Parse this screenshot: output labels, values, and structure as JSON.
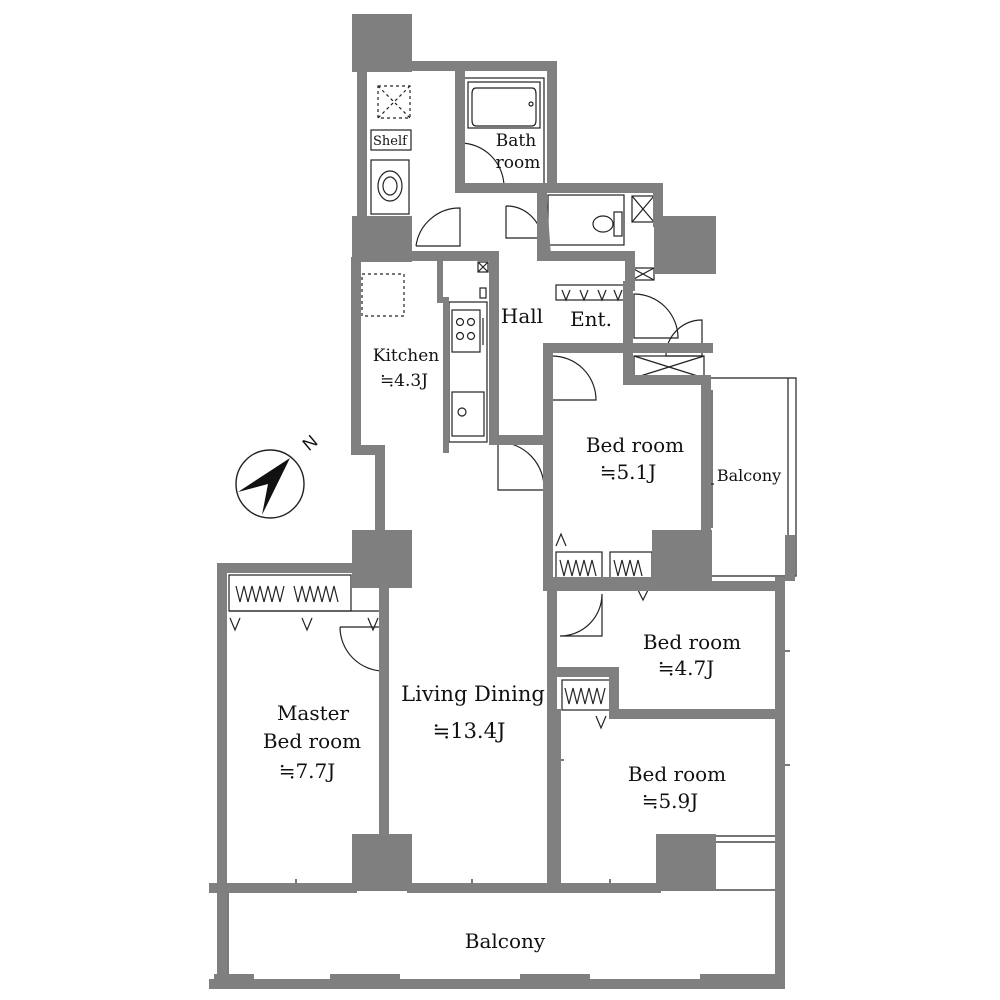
{
  "compass": {
    "label": "N"
  },
  "rooms": {
    "bath": {
      "line1": "Bath",
      "line2": "room"
    },
    "shelf": {
      "label": "Shelf"
    },
    "hall": {
      "label": "Hall"
    },
    "entrance": {
      "label": "Ent."
    },
    "kitchen": {
      "label": "Kitchen",
      "size": "≒4.3J"
    },
    "bedroom_a": {
      "label": "Bed room",
      "size": "≒5.1J"
    },
    "balcony_side": {
      "label": "Balcony"
    },
    "bedroom_b": {
      "label": "Bed room",
      "size": "≒4.7J"
    },
    "living": {
      "label": "Living Dining",
      "size": "≒13.4J"
    },
    "master": {
      "line1": "Master",
      "line2": "Bed room",
      "size": "≒7.7J"
    },
    "bedroom_c": {
      "label": "Bed room",
      "size": "≒5.9J"
    },
    "balcony_main": {
      "label": "Balcony"
    }
  },
  "colors": {
    "wall": "#808080",
    "pillar": "#7f7f7f",
    "line": "#222222"
  }
}
